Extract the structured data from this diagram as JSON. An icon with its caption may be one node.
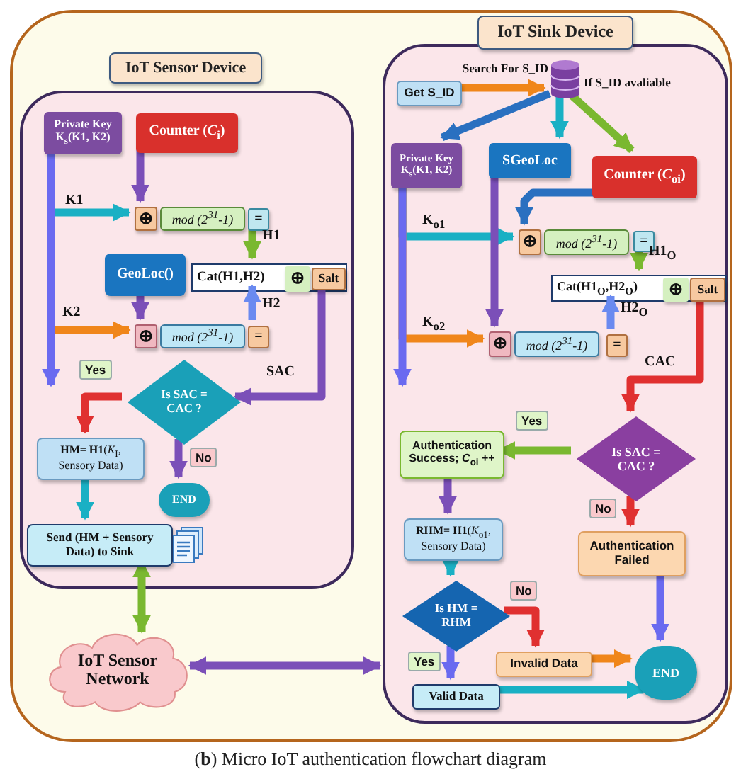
{
  "diagram": {
    "caption": "(**b**) Micro IoT authentication flowchart diagram",
    "nodes": [
      {
        "text": [],
        "shape": "box"
      },
      {
        "text": [
          "IoT Sensor Device"
        ],
        "in": 0
      },
      {
        "text": [],
        "shape": "box",
        "in": 0
      },
      {
        "text": [
          "Private Key K$_{s}$(K1, K2)"
        ],
        "in": 2
      },
      {
        "text": [
          "Counter (*C*$_{i}$)"
        ],
        "in": 2
      },
      {
        "text": [
          "⊕"
        ],
        "in": 2
      },
      {
        "text": [
          "mod (2$^{31}$-1)"
        ],
        "in": 2
      },
      {
        "text": [
          "="
        ],
        "in": 2
      },
      {
        "text": [
          "GeoLoc()"
        ],
        "in": 2
      },
      {
        "text": [
          "Cat(H1,H2)"
        ],
        "in": 2
      },
      {
        "text": [
          "⊕"
        ],
        "in": 9
      },
      {
        "text": [
          "Salt"
        ],
        "in": 9
      },
      {
        "text": [
          "⊕"
        ],
        "in": 2
      },
      {
        "text": [
          "mod (2$^{31}$-1)"
        ],
        "in": 2
      },
      {
        "text": [
          "="
        ],
        "in": 2
      },
      {
        "text": [
          "Is SAC = CAC ?"
        ],
        "in": 2
      },
      {
        "text": [
          "**HM= H1**(*K*$_{I}$, Sensory Data)"
        ],
        "in": 2
      },
      {
        "text": [
          "END"
        ],
        "in": 2
      },
      {
        "text": [
          "Send (HM + Sensory Data) to Sink"
        ],
        "in": 2
      },
      {
        "text": [
          "IoT Sensor Network"
        ],
        "in": 0
      },
      {
        "text": [
          "IoT Sink Device"
        ],
        "in": 0
      },
      {
        "text": [],
        "shape": "box",
        "in": 0
      },
      {
        "text": [
          "Get S_ID"
        ],
        "in": 21
      },
      {
        "text": [],
        "shape": "cylinder",
        "in": 21,
        "beside": [
          "Search For S_ID",
          "If S_ID avaliable"
        ]
      },
      {
        "text": [
          "Private Key K$_{s}$(K1, K2)"
        ],
        "in": 21
      },
      {
        "text": [
          "SGeoLoc"
        ],
        "in": 21
      },
      {
        "text": [
          "Counter (*C*$_{oi}$)"
        ],
        "in": 21
      },
      {
        "text": [
          "⊕"
        ],
        "in": 21
      },
      {
        "text": [
          "mod (2$^{31}$-1)"
        ],
        "in": 21
      },
      {
        "text": [
          "="
        ],
        "in": 21
      },
      {
        "text": [
          "Cat(H1$_{O}$,H2$_{O}$)"
        ],
        "in": 21
      },
      {
        "text": [
          "⊕"
        ],
        "in": 30
      },
      {
        "text": [
          "Salt"
        ],
        "in": 30
      },
      {
        "text": [
          "⊕"
        ],
        "in": 21
      },
      {
        "text": [
          "mod (2$^{31}$-1)"
        ],
        "in": 21
      },
      {
        "text": [
          "="
        ],
        "in": 21
      },
      {
        "text": [
          "Is SAC = CAC ?"
        ],
        "in": 21
      },
      {
        "text": [
          "Authentication Success; *C*$_{oi}$ ++"
        ],
        "in": 21
      },
      {
        "text": [
          "**RHM= H1**(*K*$_{o1}$, Sensory Data)"
        ],
        "in": 21
      },
      {
        "text": [
          "Authentication Failed"
        ],
        "in": 21
      },
      {
        "text": [
          "Is HM = RHM"
        ],
        "in": 21
      },
      {
        "text": [
          "Invalid Data"
        ],
        "in": 21
      },
      {
        "text": [
          "END"
        ],
        "in": 21
      },
      {
        "text": [
          "Valid Data"
        ],
        "in": 21
      }
    ],
    "edges": [
      {
        "from": 3,
        "to": 5,
        "arrow": "to",
        "label": "K1",
        "color": "#1ab0c4"
      },
      {
        "from": 3,
        "to": 12,
        "arrow": "to",
        "label": "K2",
        "color": "#f0861a"
      },
      {
        "from": 3,
        "to": null,
        "arrow": "to",
        "color": "#6a6af0"
      },
      {
        "from": 4,
        "to": 5,
        "arrow": "to"
      },
      {
        "from": 7,
        "to": 9,
        "arrow": "to",
        "label": "H1",
        "color": "#7ab830"
      },
      {
        "from": 8,
        "to": 12,
        "arrow": "to"
      },
      {
        "from": 14,
        "to": 9,
        "arrow": "to",
        "label": "H2",
        "color": "#6a8af0"
      },
      {
        "from": 11,
        "to": 15,
        "arrow": "to",
        "label": "SAC"
      },
      {
        "from": 15,
        "to": 16,
        "arrow": "to",
        "label": "Yes",
        "color": "#e03030"
      },
      {
        "from": 15,
        "to": 17,
        "arrow": "to",
        "label": "No"
      },
      {
        "from": 16,
        "to": 18,
        "arrow": "to",
        "color": "#1ab0c4"
      },
      {
        "from": 18,
        "to": 19,
        "arrow": "both",
        "color": "#7ab830"
      },
      {
        "from": 19,
        "to": 21,
        "arrow": "both"
      },
      {
        "from": 22,
        "to": 23,
        "arrow": "to",
        "color": "#f0861a"
      },
      {
        "from": 23,
        "to": 24,
        "arrow": "to",
        "color": "#2a70c0"
      },
      {
        "from": 23,
        "to": 25,
        "arrow": "to",
        "color": "#1ab0c4"
      },
      {
        "from": 23,
        "to": 26,
        "arrow": "to",
        "color": "#7ab830"
      },
      {
        "from": 24,
        "to": 27,
        "arrow": "to",
        "label": "K$_{o1}$",
        "color": "#1ab0c4"
      },
      {
        "from": 24,
        "to": 33,
        "arrow": "to",
        "label": "K$_{o2}$",
        "color": "#f0861a"
      },
      {
        "from": 24,
        "to": null,
        "arrow": "to",
        "color": "#6a6af0"
      },
      {
        "from": 26,
        "to": 27,
        "arrow": "to",
        "color": "#2a70c0"
      },
      {
        "from": 25,
        "to": 33,
        "arrow": "to"
      },
      {
        "from": 29,
        "to": 30,
        "arrow": "to",
        "label": "H1$_{O}$",
        "color": "#7ab830"
      },
      {
        "from": 35,
        "to": 30,
        "arrow": "to",
        "label": "H2$_{O}$",
        "color": "#6a8af0"
      },
      {
        "from": 32,
        "to": 36,
        "arrow": "to",
        "label": "CAC",
        "color": "#e03030"
      },
      {
        "from": 36,
        "to": 37,
        "arrow": "to",
        "label": "Yes",
        "color": "#7ab830"
      },
      {
        "from": 36,
        "to": 39,
        "arrow": "to",
        "label": "No",
        "color": "#e03030"
      },
      {
        "from": 37,
        "to": 38,
        "arrow": "to"
      },
      {
        "from": 38,
        "to": 40,
        "arrow": "to",
        "color": "#1ab0c4"
      },
      {
        "from": 40,
        "to": 41,
        "arrow": "to",
        "label": "No",
        "color": "#e03030"
      },
      {
        "from": 40,
        "to": 43,
        "arrow": "to",
        "label": "Yes",
        "color": "#6a6af0"
      },
      {
        "from": 41,
        "to": 42,
        "arrow": "to",
        "color": "#f0861a"
      },
      {
        "from": 43,
        "to": 42,
        "arrow": "to",
        "color": "#1ab0c4"
      },
      {
        "from": 39,
        "to": 42,
        "arrow": "to",
        "color": "#6a6af0"
      }
    ]
  }
}
